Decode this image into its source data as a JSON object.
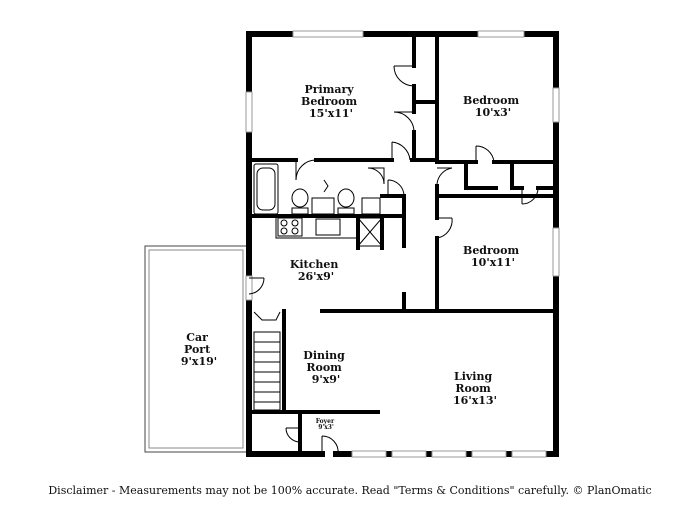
{
  "rooms": [
    {
      "id": "primary-bedroom",
      "name_lines": [
        "Primary",
        "Bedroom"
      ],
      "dims": "15'x11'"
    },
    {
      "id": "bedroom-1",
      "name_lines": [
        "Bedroom"
      ],
      "dims": "10'x3'"
    },
    {
      "id": "bedroom-2",
      "name_lines": [
        "Bedroom"
      ],
      "dims": "10'x11'"
    },
    {
      "id": "kitchen",
      "name_lines": [
        "Kitchen"
      ],
      "dims": "26'x9'"
    },
    {
      "id": "car-port",
      "name_lines": [
        "Car",
        "Port"
      ],
      "dims": "9'x19'"
    },
    {
      "id": "dining-room",
      "name_lines": [
        "Dining",
        "Room"
      ],
      "dims": "9'x9'"
    },
    {
      "id": "living-room",
      "name_lines": [
        "Living",
        "Room"
      ],
      "dims": "16'x13'"
    },
    {
      "id": "foyer",
      "name_lines": [
        "Foyer"
      ],
      "dims": "9'x3'"
    }
  ],
  "disclaimer": "Disclaimer - Measurements may not be 100% accurate. Read \"Terms & Conditions\" carefully. © PlanOmatic"
}
